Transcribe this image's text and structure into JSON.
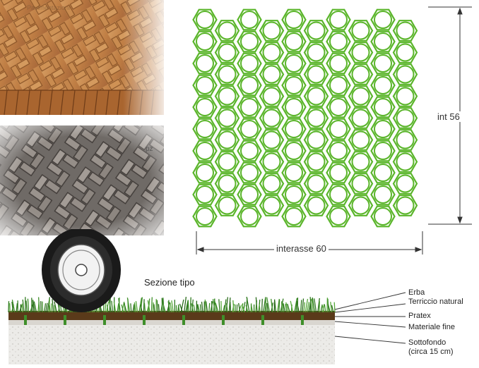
{
  "photos": {
    "herringbone_top": {
      "watermark": "Pavimentazioni"
    },
    "herringbone_bottom": {
      "watermark": "pz"
    }
  },
  "grid_diagram": {
    "width_label": "interasse 60",
    "height_label": "int 56",
    "stroke_color": "#5ab52a"
  },
  "section": {
    "title": "Sezione tipo",
    "layers": [
      {
        "key": "erba",
        "label": "Erba"
      },
      {
        "key": "terriccio",
        "label": "Terriccio natural"
      },
      {
        "key": "pratex",
        "label": "Pratex"
      },
      {
        "key": "materiale",
        "label": "Materiale fine"
      },
      {
        "key": "sottofondo",
        "label": "Sottofondo"
      },
      {
        "key": "sottofondo_note",
        "label": "(circa 15 cm)"
      }
    ]
  },
  "colors": {
    "grass": "#3f8f2a",
    "soil": "#5a3a1a",
    "fine_material": "#d9d6d0",
    "subbase": "#ecebe8",
    "brick_warm": "#c98a4a",
    "stone_grey": "#8c8580"
  }
}
